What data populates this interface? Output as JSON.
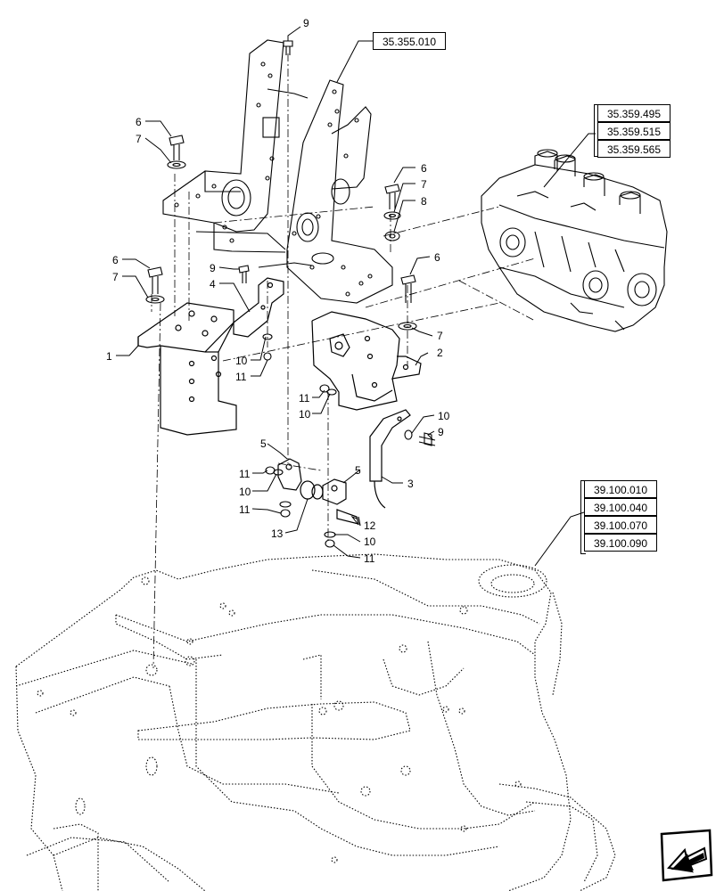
{
  "references": {
    "top_frame": "35.355.010",
    "valve_group": [
      "35.359.495",
      "35.359.515",
      "35.359.565"
    ],
    "frame_group": [
      "39.100.010",
      "39.100.040",
      "39.100.070",
      "39.100.090"
    ]
  },
  "callouts": {
    "c1": "1",
    "c2": "2",
    "c3": "3",
    "c4": "4",
    "c5a": "5",
    "c5b": "5",
    "c6a": "6",
    "c6b": "6",
    "c6c": "6",
    "c6d": "6",
    "c7a": "7",
    "c7b": "7",
    "c7c": "7",
    "c7d": "7",
    "c8": "8",
    "c9a": "9",
    "c9b": "9",
    "c9c": "9",
    "c10a": "10",
    "c10b": "10",
    "c10c": "10",
    "c10d": "10",
    "c10e": "10",
    "c11a": "11",
    "c11b": "11",
    "c11c": "11",
    "c11d": "11",
    "c11e": "11",
    "c12": "12",
    "c13": "13"
  },
  "icons": {
    "nav": "next-page-arrow-icon"
  },
  "colors": {
    "line": "#000000",
    "background": "#ffffff"
  }
}
